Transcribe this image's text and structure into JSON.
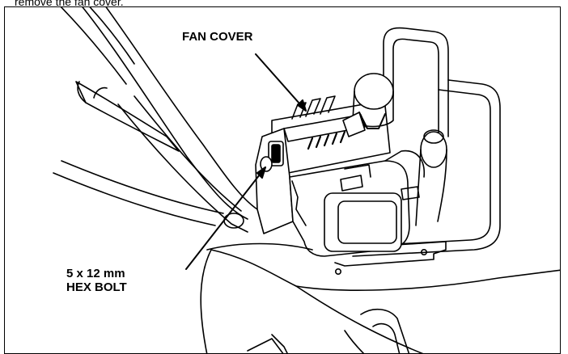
{
  "figure": {
    "caption": "remove the fan cover.",
    "callouts": {
      "fan_cover": "FAN COVER",
      "bolt_line1": "5 x 12 mm",
      "bolt_line2": "HEX BOLT"
    }
  }
}
